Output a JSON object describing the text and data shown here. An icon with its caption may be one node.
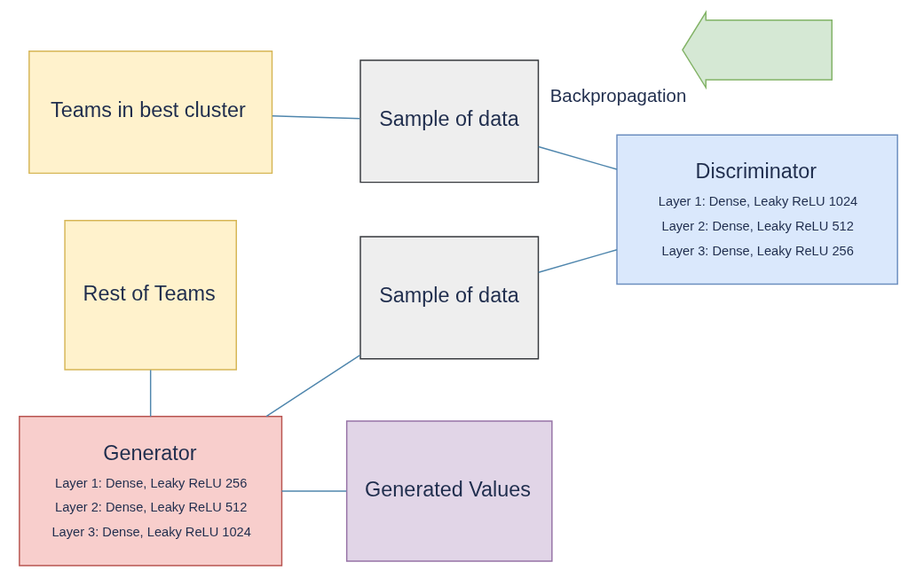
{
  "diagram": {
    "nodes": [
      {
        "text": [
          "Teams in best cluster"
        ]
      },
      {
        "text": [
          "Sample of data"
        ]
      },
      {
        "text": [
          "Discriminator",
          "Layer 1: Dense, Leaky ReLU 1024",
          "Layer 2: Dense, Leaky ReLU 512",
          "Layer 3: Dense, Leaky ReLU 256"
        ]
      },
      {
        "text": [
          "Rest of Teams"
        ]
      },
      {
        "text": [
          "Generator",
          "Layer 1: Dense, Leaky ReLU 256",
          "Layer 2: Dense, Leaky ReLU 512",
          "Layer 3: Dense, Leaky ReLU 1024"
        ]
      },
      {
        "text": [
          "Sample of data"
        ]
      },
      {
        "text": [
          "Generated Values"
        ]
      },
      {
        "text": [
          "Backpropagation"
        ]
      }
    ],
    "edges": [
      {
        "from": 0,
        "to": 1,
        "arrow": "none"
      },
      {
        "from": 1,
        "to": 2,
        "arrow": "none"
      },
      {
        "from": 3,
        "to": 4,
        "arrow": "none"
      },
      {
        "from": 4,
        "to": 5,
        "arrow": "none"
      },
      {
        "from": 5,
        "to": 2,
        "arrow": "none"
      },
      {
        "from": 4,
        "to": 6,
        "arrow": "none"
      }
    ]
  }
}
